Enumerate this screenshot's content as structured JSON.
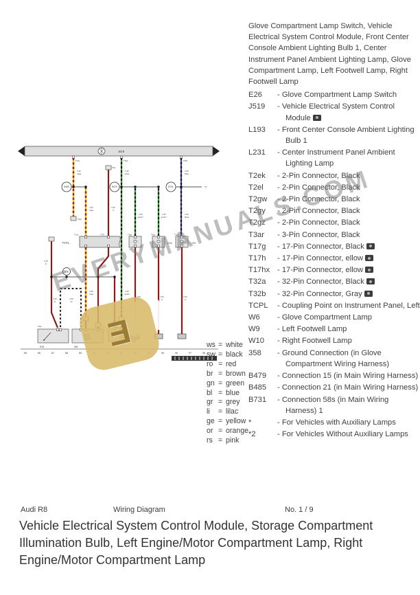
{
  "legend": {
    "header": "Glove Compartment Lamp Switch, Vehicle Electrical System Control Module, Front Center Console Ambient Lighting Bulb 1, Center Instrument Panel Ambient Lighting Lamp, Glove Compartment Lamp, Left Footwell Lamp, Right Footwell Lamp",
    "items": [
      {
        "code": "E26",
        "desc": "- Glove Compartment Lamp Switch"
      },
      {
        "code": "J519",
        "desc": "- Vehicle Electrical System Control Module"
      },
      {
        "code": "L193",
        "desc": "- Front Center Console Ambient Lighting Bulb 1"
      },
      {
        "code": "L231",
        "desc": "- Center Instrument Panel Ambient Lighting Lamp"
      },
      {
        "code": "T2ek",
        "desc": "- 2-Pin Connector, Black"
      },
      {
        "code": "T2el",
        "desc": "- 2-Pin Connector, Black"
      },
      {
        "code": "T2gw",
        "desc": "- 2-Pin Connector, Black"
      },
      {
        "code": "T2gy",
        "desc": "- 2-Pin Connector, Black"
      },
      {
        "code": "T2gz",
        "desc": "- 2-Pin Connector, Black"
      },
      {
        "code": "T3ar",
        "desc": "- 3-Pin Connector, Black"
      },
      {
        "code": "T17g",
        "desc": "- 17-Pin Connector, Black"
      },
      {
        "code": "T17h",
        "desc": "- 17-Pin Connector,  ellow"
      },
      {
        "code": "T17hx",
        "desc": "- 17-Pin Connector,  ellow"
      },
      {
        "code": "T32a",
        "desc": "- 32-Pin Connector, Black"
      },
      {
        "code": "T32b",
        "desc": "- 32-Pin Connector, Gray"
      },
      {
        "code": "TCPL",
        "desc": "- Coupling Point on Instrument Panel, Left"
      },
      {
        "code": "W6",
        "desc": "- Glove Compartment Lamp"
      },
      {
        "code": "W9",
        "desc": "- Left Footwell Lamp"
      },
      {
        "code": "W10",
        "desc": "- Right Footwell Lamp"
      },
      {
        "code": "358",
        "desc": "- Ground Connection (in Glove Compartment Wiring Harness)"
      },
      {
        "code": "B479",
        "desc": "- Connection 15 (in Main Wiring Harness)"
      },
      {
        "code": "B485",
        "desc": "- Connection 21 (in Main Wiring Harness)"
      },
      {
        "code": "B731",
        "desc": "- Connection 58s (in Main Wiring Harness) 1"
      },
      {
        "code": "*",
        "desc": "- For Vehicles with Auxiliary Lamps"
      },
      {
        "code": "*2",
        "desc": "- For Vehicles Without Auxiliary Lamps"
      }
    ]
  },
  "eq_sign": "=",
  "wire_colors": [
    {
      "abbr": "ws",
      "name": "white"
    },
    {
      "abbr": "sw",
      "name": "black"
    },
    {
      "abbr": "ro",
      "name": "red"
    },
    {
      "abbr": "br",
      "name": "brown"
    },
    {
      "abbr": "gn",
      "name": "green"
    },
    {
      "abbr": "bl",
      "name": "blue"
    },
    {
      "abbr": "gr",
      "name": "grey"
    },
    {
      "abbr": "li",
      "name": "lilac"
    },
    {
      "abbr": "ge",
      "name": "yellow"
    },
    {
      "abbr": "or",
      "name": "orange"
    },
    {
      "abbr": "rs",
      "name": "pink"
    }
  ],
  "footer": {
    "model": "Audi R8",
    "doc_type": "Wiring Diagram",
    "page_no": "No.  1 / 9",
    "title": "Vehicle Electrical System Control Module, Storage Compartment Illumination Bulb, Left Engine/Motor Compartment Lamp, Right Engine/Motor Compartment Lamp"
  },
  "watermark": {
    "text": "EVERYMANUALS.COM",
    "logo_glyph": "Ǝ"
  },
  "diagram": {
    "module": "J519",
    "coupling": "TCPL",
    "ground": "358",
    "footnote": "*2",
    "circles": [
      "B485",
      "B479",
      "B731"
    ],
    "boxes": {
      "l231": "L231",
      "l193": "L193",
      "e26": "E26",
      "w6": "W6"
    },
    "pin_labels": [
      "T17g",
      "T32a",
      "T32b",
      "T2el",
      "T2ek",
      "T17g",
      "T17h",
      "T2gy",
      "T2gz",
      "T2gw",
      "T3ar"
    ],
    "wire_labels": [
      {
        "s": "0.35",
        "c": "ro/ge"
      },
      {
        "s": "0.35",
        "c": "ro/ge"
      },
      {
        "s": "0.35",
        "c": "ro"
      },
      {
        "s": "0.35",
        "c": "gn/ws"
      },
      {
        "s": "0.35",
        "c": "gn/ws *"
      },
      {
        "s": "0.35",
        "c": "gn/ws *"
      },
      {
        "s": "0.35",
        "c": "bl/ws"
      },
      {
        "s": "0.35",
        "c": "bl/ws"
      },
      {
        "s": "0.35",
        "c": "br"
      },
      {
        "s": "0.35",
        "c": "br"
      },
      {
        "s": "0.35",
        "c": "sw"
      },
      {
        "s": "0.35",
        "c": "ro"
      },
      {
        "s": "0.35",
        "c": "ro"
      },
      {
        "s": "0.35",
        "c": "ro"
      },
      {
        "s": "0.35",
        "c": "ro/ge"
      },
      {
        "s": "0.35",
        "c": "gn/ws"
      }
    ],
    "track_numbers": [
      "85",
      "86",
      "87",
      "88",
      "89",
      "90",
      "91",
      "92",
      "93",
      "94",
      "95",
      "96",
      "97",
      "98"
    ]
  }
}
